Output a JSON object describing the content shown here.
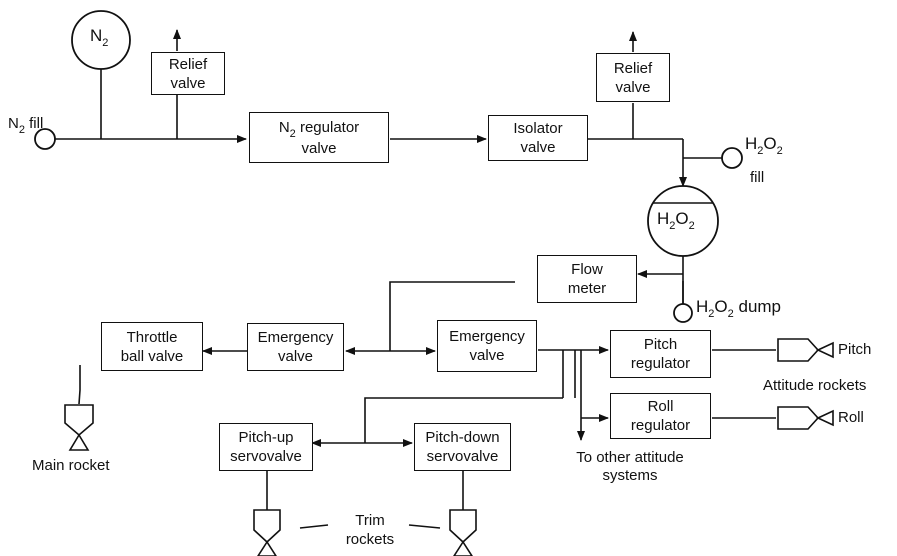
{
  "components": {
    "n2_tank": {
      "main": "N",
      "sub": "2"
    },
    "n2_fill": {
      "main": "N",
      "sub": "2",
      "suffix": " fill"
    },
    "relief_valve_1": {
      "line1": "Relief",
      "line2": "valve"
    },
    "n2_regulator_valve": {
      "line1_main": "N",
      "line1_sub": "2",
      "line1_suffix": " regulator",
      "line2": "valve"
    },
    "isolator_valve": {
      "line1": "Isolator",
      "line2": "valve"
    },
    "relief_valve_2": {
      "line1": "Relief",
      "line2": "valve"
    },
    "h2o2_fill": {
      "m1": "H",
      "s1": "2",
      "m2": "O",
      "s2": "2",
      "line2": "fill"
    },
    "h2o2_tank": {
      "m1": "H",
      "s1": "2",
      "m2": "O",
      "s2": "2"
    },
    "flow_meter": {
      "line1": "Flow",
      "line2": "meter"
    },
    "h2o2_dump": {
      "m1": "H",
      "s1": "2",
      "m2": "O",
      "s2": "2",
      "suffix": " dump"
    },
    "throttle_ball_valve": {
      "line1": "Throttle",
      "line2": "ball valve"
    },
    "emergency_valve_1": {
      "line1": "Emergency",
      "line2": "valve"
    },
    "emergency_valve_2": {
      "line1": "Emergency",
      "line2": "valve"
    },
    "pitch_regulator": {
      "line1": "Pitch",
      "line2": "regulator"
    },
    "roll_regulator": {
      "line1": "Roll",
      "line2": "regulator"
    },
    "pitch_up_servovalve": {
      "line1": "Pitch-up",
      "line2": "servovalve"
    },
    "pitch_down_servovalve": {
      "line1": "Pitch-down",
      "line2": "servovalve"
    }
  },
  "labels": {
    "pitch": "Pitch",
    "roll": "Roll",
    "attitude_rockets": "Attitude rockets",
    "main_rocket": "Main rocket",
    "to_other_1": "To other attitude",
    "to_other_2": "systems",
    "trim_1": "Trim",
    "trim_2": "rockets"
  }
}
